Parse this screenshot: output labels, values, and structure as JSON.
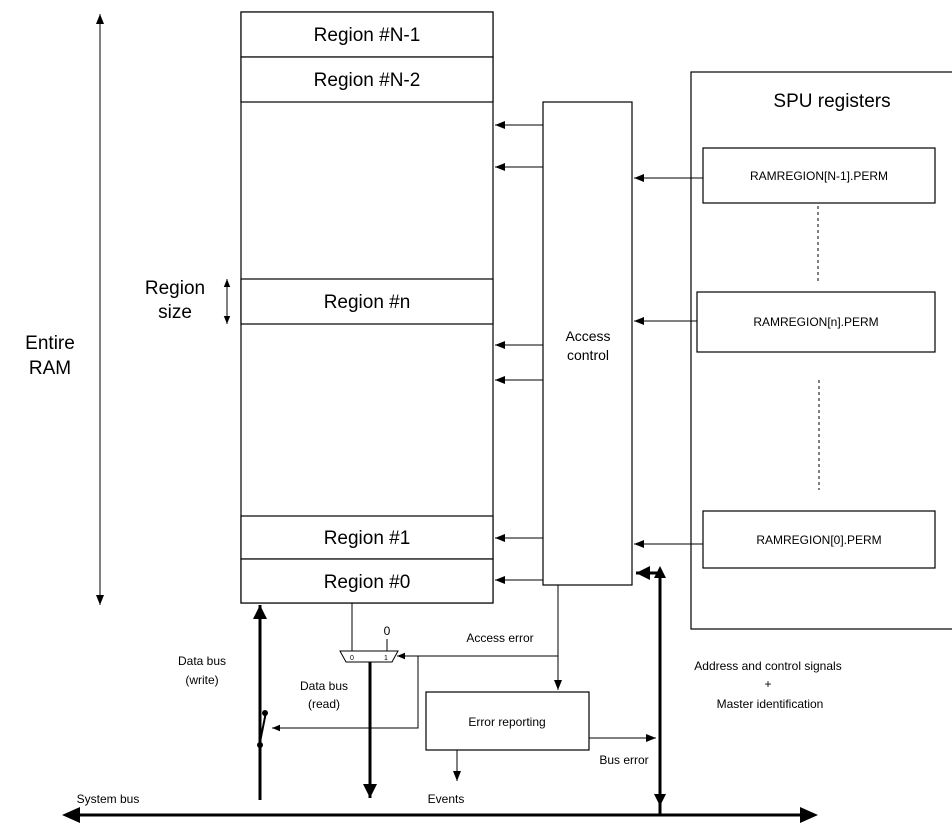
{
  "entire_ram": {
    "line1": "Entire",
    "line2": "RAM"
  },
  "region_size": {
    "line1": "Region",
    "line2": "size"
  },
  "regions": {
    "n_minus_1": "Region #N-1",
    "n_minus_2": "Region #N-2",
    "n": "Region #n",
    "one": "Region #1",
    "zero": "Region #0"
  },
  "access_control": {
    "line1": "Access",
    "line2": "control"
  },
  "spu": {
    "title": "SPU registers",
    "reg_top": "RAMREGION[N-1].PERM",
    "reg_mid": "RAMREGION[n].PERM",
    "reg_bottom": "RAMREGION[0].PERM"
  },
  "error_reporting": "Error reporting",
  "mux": {
    "select_value": "0",
    "in0": "0",
    "in1": "1"
  },
  "labels": {
    "access_error": "Access error",
    "data_bus_write_1": "Data bus",
    "data_bus_write_2": "(write)",
    "data_bus_read_1": "Data bus",
    "data_bus_read_2": "(read)",
    "address_1": "Address and control signals",
    "address_2": "+",
    "address_3": "Master identification",
    "bus_error": "Bus error",
    "events": "Events",
    "system_bus": "System bus"
  }
}
